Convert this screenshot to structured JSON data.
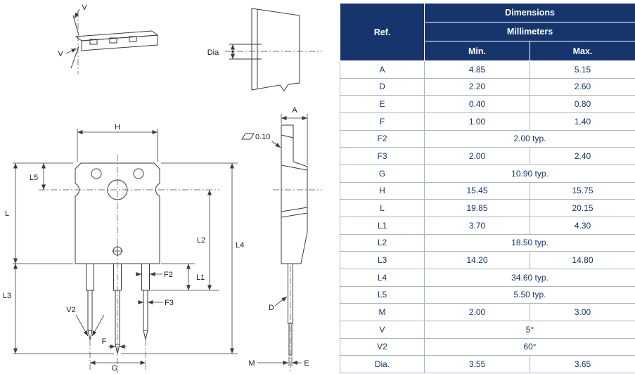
{
  "colors": {
    "page_bg": "#ffffff",
    "header_bg": "#17356d",
    "header_text": "#ffffff",
    "body_text": "#17356d",
    "row_border": "#adb5c2",
    "drawing_line": "#3a3a3a"
  },
  "drawing": {
    "labels": {
      "v": "V",
      "dia": "Dia",
      "h": "H",
      "a": "A",
      "flatness": "0.10",
      "l5": "L5",
      "l": "L",
      "l3": "L3",
      "l2": "L2",
      "l1": "L1",
      "l4": "L4",
      "f2": "F2",
      "f3": "F3",
      "v2": "V2",
      "f": "F",
      "g": "G",
      "d": "D",
      "m": "M",
      "e": "E"
    }
  },
  "table": {
    "ref_header": "Ref.",
    "dimensions_header": "Dimensions",
    "unit_header": "Millimeters",
    "min_header": "Min.",
    "max_header": "Max.",
    "rows": [
      {
        "ref": "A",
        "min": "4.85",
        "max": "5.15"
      },
      {
        "ref": "D",
        "min": "2.20",
        "max": "2.60"
      },
      {
        "ref": "E",
        "min": "0.40",
        "max": "0.80"
      },
      {
        "ref": "F",
        "min": "1.00",
        "max": "1.40"
      },
      {
        "ref": "F2",
        "typ": "2.00 typ."
      },
      {
        "ref": "F3",
        "min": "2.00",
        "max": "2.40"
      },
      {
        "ref": "G",
        "typ": "10.90 typ."
      },
      {
        "ref": "H",
        "min": "15.45",
        "max": "15.75"
      },
      {
        "ref": "L",
        "min": "19.85",
        "max": "20.15"
      },
      {
        "ref": "L1",
        "min": "3.70",
        "max": "4.30"
      },
      {
        "ref": "L2",
        "typ": "18.50 typ."
      },
      {
        "ref": "L3",
        "min": "14.20",
        "max": "14.80"
      },
      {
        "ref": "L4",
        "typ": "34.60 typ."
      },
      {
        "ref": "L5",
        "typ": "5.50 typ."
      },
      {
        "ref": "M",
        "min": "2.00",
        "max": "3.00"
      },
      {
        "ref": "V",
        "typ": "5°"
      },
      {
        "ref": "V2",
        "typ": "60°"
      },
      {
        "ref": "Dia.",
        "min": "3.55",
        "max": "3.65"
      }
    ]
  }
}
